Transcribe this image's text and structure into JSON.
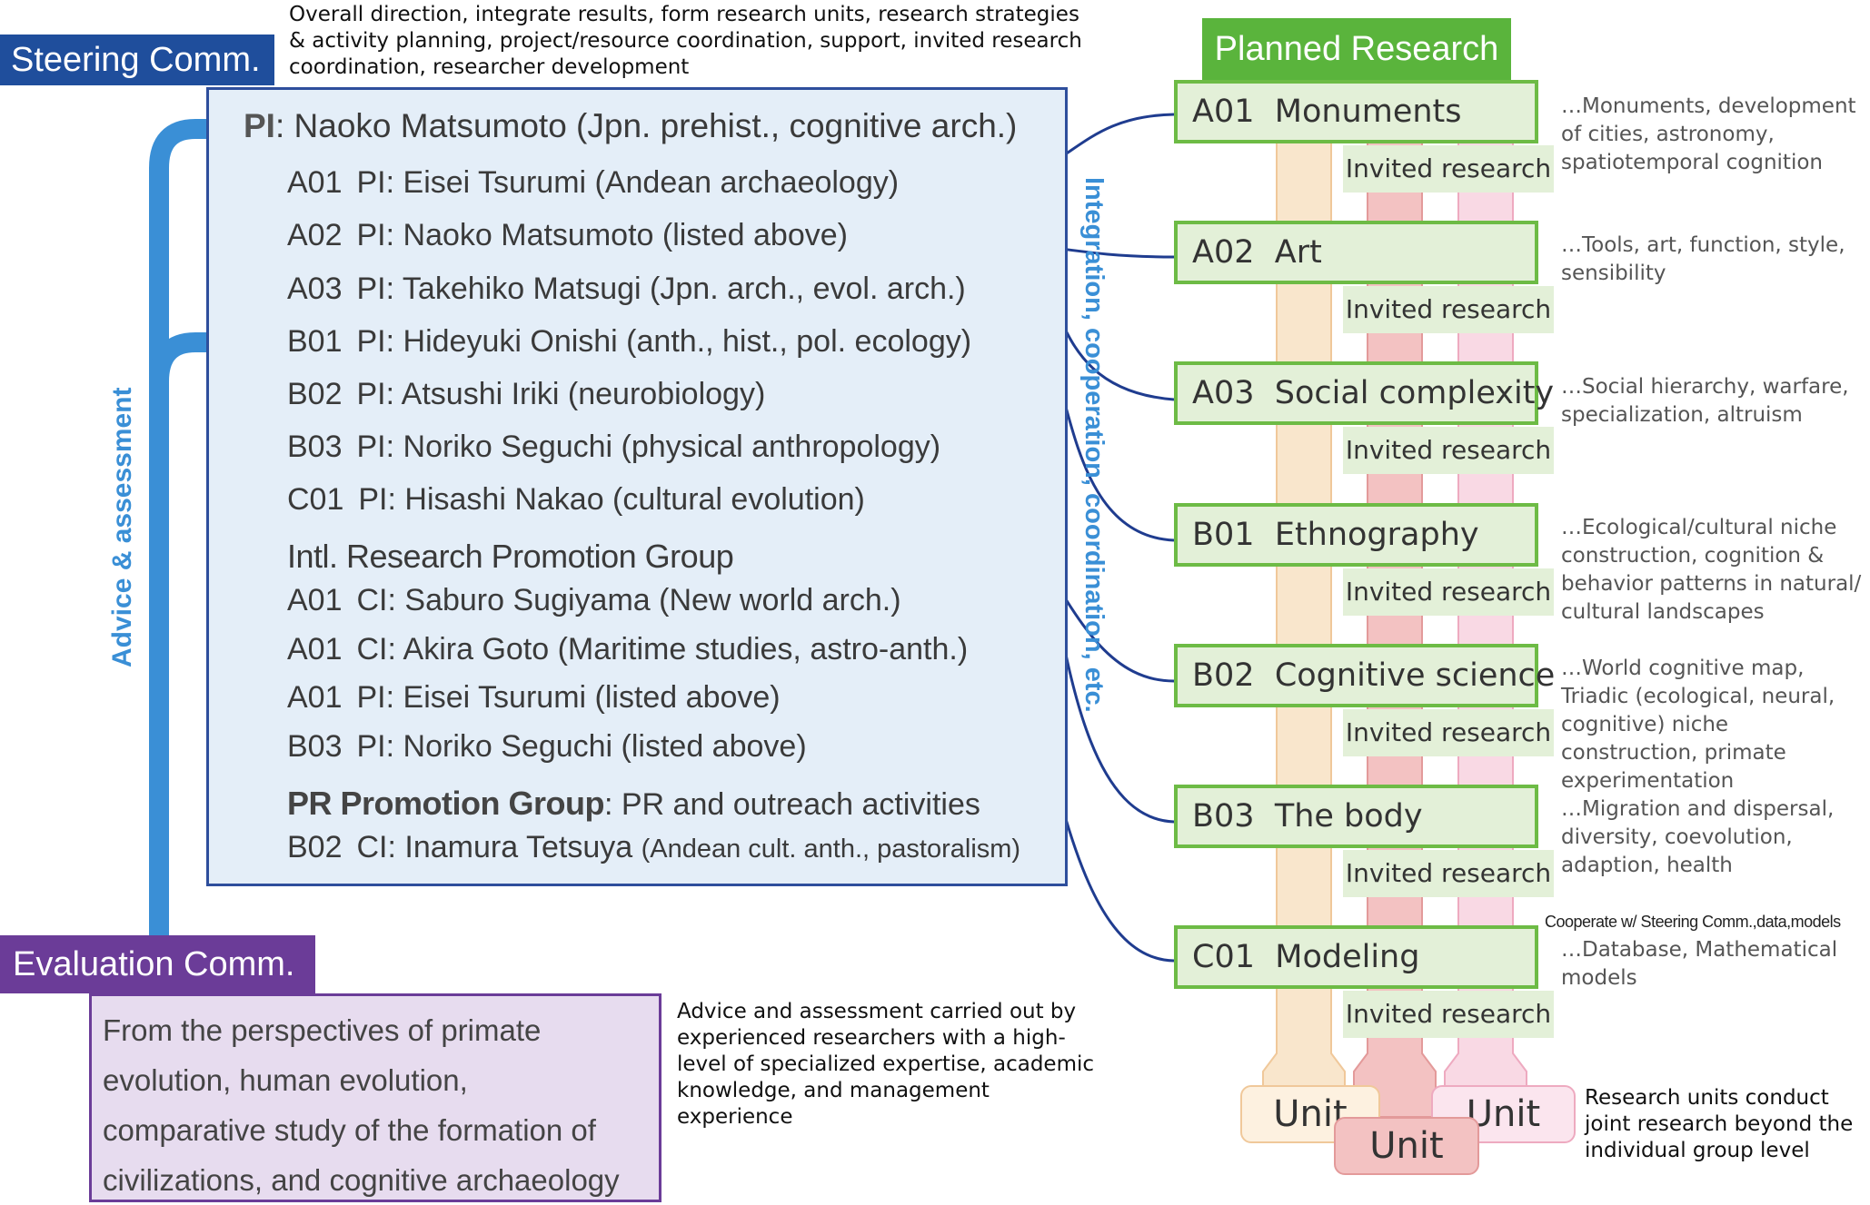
{
  "steering": {
    "title": "Steering Comm.",
    "description": "Overall direction, integrate results, form research units, research strategies & activity planning, project/resource coordination, support, invited research coordination, researcher development"
  },
  "pi_box": {
    "pi_label": "PI",
    "pi_text": ": Naoko Matsumoto (Jpn. prehist., cognitive arch.)",
    "members": [
      {
        "code": "A01",
        "role": "PI:",
        "name": "Eisei Tsurumi (Andean archaeology)"
      },
      {
        "code": "A02",
        "role": "PI:",
        "name": "Naoko Matsumoto (listed above)"
      },
      {
        "code": "A03",
        "role": "PI:",
        "name": "Takehiko Matsugi (Jpn. arch., evol. arch.)"
      },
      {
        "code": "B01",
        "role": "PI:",
        "name": "Hideyuki Onishi (anth., hist., pol. ecology)"
      },
      {
        "code": "B02",
        "role": "PI:",
        "name": "Atsushi Iriki (neurobiology)"
      },
      {
        "code": "B03",
        "role": "PI:",
        "name": "Noriko Seguchi (physical anthropology)"
      },
      {
        "code": "C01",
        "role": "PI:",
        "name": "Hisashi Nakao (cultural evolution)"
      }
    ],
    "intl_group": {
      "title": "Intl. Research Promotion Group",
      "members": [
        {
          "code": "A01",
          "role": "CI:",
          "name": "Saburo Sugiyama (New world arch.)"
        },
        {
          "code": "A01",
          "role": "CI:",
          "name": "Akira Goto (Maritime studies, astro-anth.)"
        },
        {
          "code": "A01",
          "role": "PI:",
          "name": "Eisei Tsurumi (listed above)"
        },
        {
          "code": "B03",
          "role": "PI:",
          "name": "Noriko Seguchi (listed above)"
        }
      ]
    },
    "pr_group": {
      "title": "PR Promotion Group",
      "subtitle": ": PR and outreach activities",
      "member": {
        "code": "B02",
        "role": "CI:",
        "name": "Inamura Tetsuya",
        "detail": "(Andean cult. anth., pastoralism)"
      }
    },
    "side_label": "Integration, cooperation, coordination, etc."
  },
  "advice_label": "Advice & assessment",
  "evaluation": {
    "title": "Evaluation Comm.",
    "box_lines": [
      "From the perspectives of primate",
      "evolution, human evolution,",
      "comparative study of the formation of",
      "civilizations, and cognitive archaeology"
    ],
    "description": "Advice and assessment carried out by experienced researchers with a high-level of specialized expertise, academic knowledge, and management experience"
  },
  "planned": {
    "title": "Planned Research",
    "invited_label": "Invited research",
    "groups": [
      {
        "code": "A01",
        "name": "Monuments",
        "note": "…Monuments, development of cities, astronomy, spatiotemporal cognition"
      },
      {
        "code": "A02",
        "name": "Art",
        "note": "…Tools, art, function, style, sensibility"
      },
      {
        "code": "A03",
        "name": "Social complexity",
        "note": "…Social hierarchy, warfare, specialization, altruism"
      },
      {
        "code": "B01",
        "name": "Ethnography",
        "note": "…Ecological/cultural niche construction, cognition & behavior patterns in natural/ cultural landscapes"
      },
      {
        "code": "B02",
        "name": "Cognitive science",
        "note": "…World cognitive map, Triadic (ecological, neural, cognitive) niche construction, primate experimentation"
      },
      {
        "code": "B03",
        "name": "The body",
        "note": "…Migration and dispersal, diversity, coevolution, adaption, health"
      },
      {
        "code": "C01",
        "name": "Modeling",
        "note": "…Database, Mathematical models"
      }
    ],
    "coop_note": "Cooperate w/ Steering Comm.,data,models"
  },
  "units": {
    "label": "Unit",
    "description": "Research units conduct joint research beyond the individual group level",
    "colors": {
      "orange": "#f9e6cc",
      "red": "#f3c2c2",
      "pink": "#f9d9e4"
    }
  },
  "colors": {
    "steering": "#1f4e9c",
    "evaluation": "#6b3c98",
    "planned": "#5ab43c",
    "advice_arrow": "#3a8fd6"
  }
}
